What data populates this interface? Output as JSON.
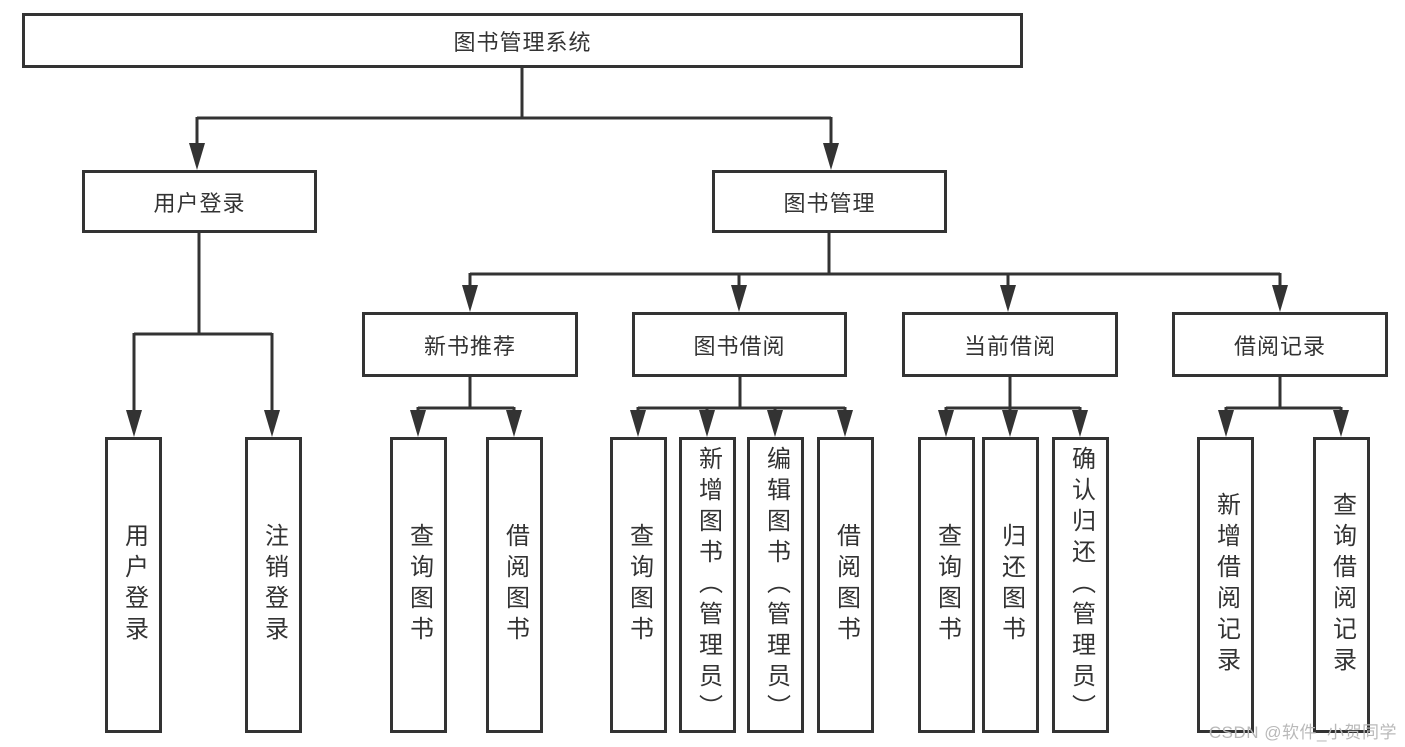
{
  "diagram": {
    "root": {
      "label": "图书管理系统"
    },
    "level2": [
      {
        "label": "用户登录"
      },
      {
        "label": "图书管理"
      }
    ],
    "level3": [
      {
        "label": "新书推荐"
      },
      {
        "label": "图书借阅"
      },
      {
        "label": "当前借阅"
      },
      {
        "label": "借阅记录"
      }
    ],
    "level4": [
      {
        "label": "用户登录"
      },
      {
        "label": "注销登录"
      },
      {
        "label": "查询图书"
      },
      {
        "label": "借阅图书"
      },
      {
        "label": "查询图书"
      },
      {
        "label": "新增图书（管理员）"
      },
      {
        "label": "编辑图书（管理员）"
      },
      {
        "label": "借阅图书"
      },
      {
        "label": "查询图书"
      },
      {
        "label": "归还图书"
      },
      {
        "label": "确认归还（管理员）"
      },
      {
        "label": "新增借阅记录"
      },
      {
        "label": "查询借阅记录"
      }
    ]
  },
  "watermark": {
    "text": "CSDN @软件_小贺同学"
  },
  "colors": {
    "line": "#333333",
    "text": "#333333",
    "node_background": "#ffffff",
    "page_background": "#ffffff",
    "watermark": "#b9b9b9"
  }
}
